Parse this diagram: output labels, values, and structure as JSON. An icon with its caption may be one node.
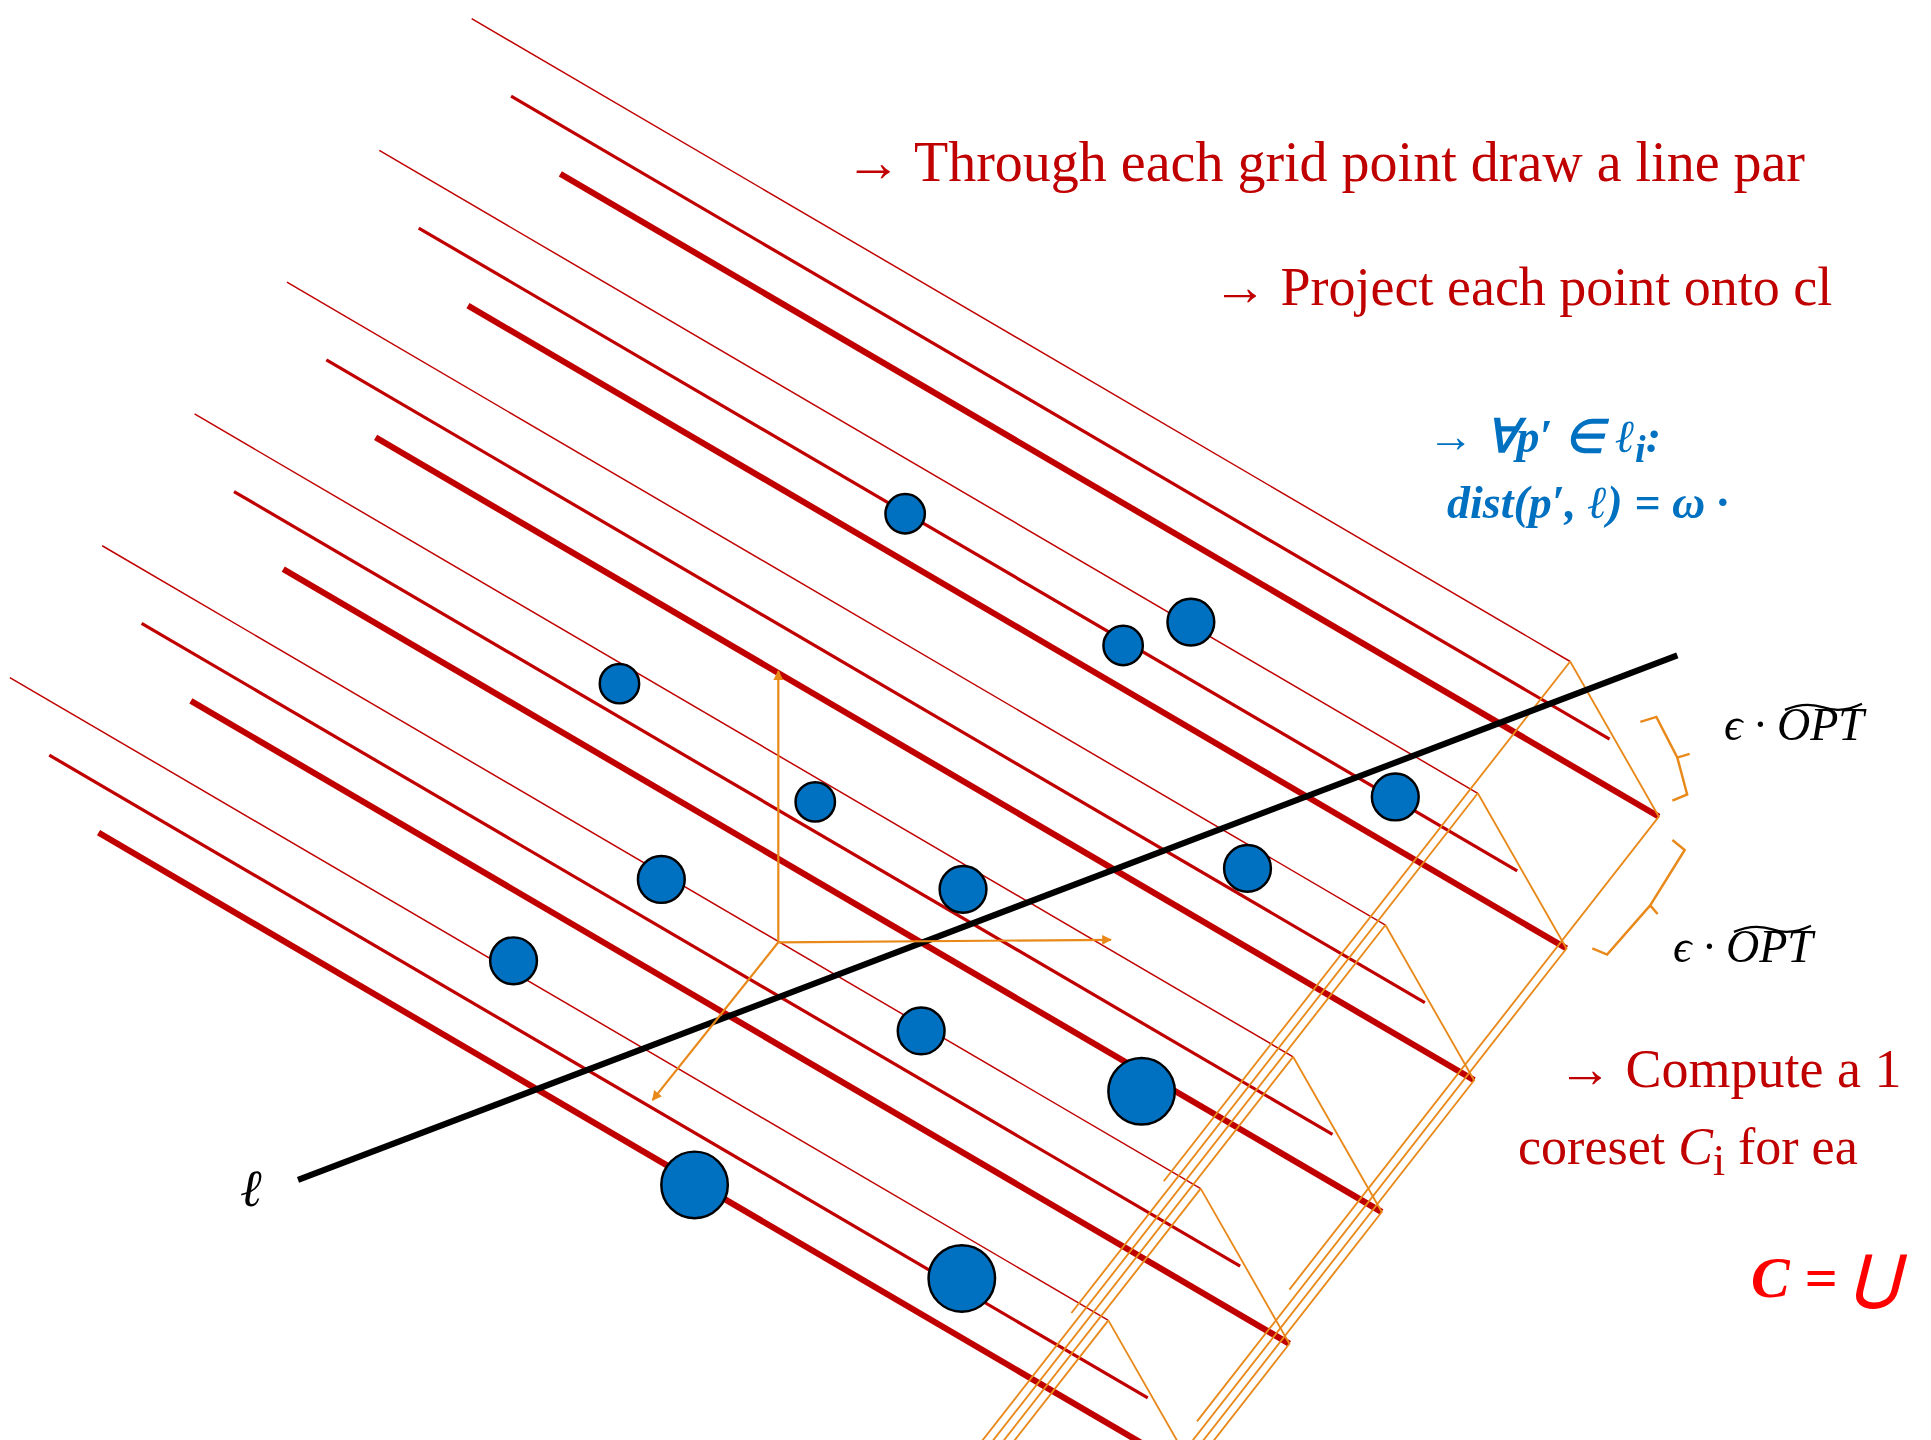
{
  "diagram": {
    "labels": [
      "→ Through each grid point draw a line par",
      "→ Project each point onto cl",
      "→ ∀p′ ∈ ℓ$_{i}$:",
      "dist(p′, ℓ) = ω ·",
      "ϵ · OPT",
      "ϵ · OPT",
      "→ Compute a 1",
      "coreset *C*$_{i}$ for ea",
      "C = ⋃",
      "ℓ"
    ]
  }
}
